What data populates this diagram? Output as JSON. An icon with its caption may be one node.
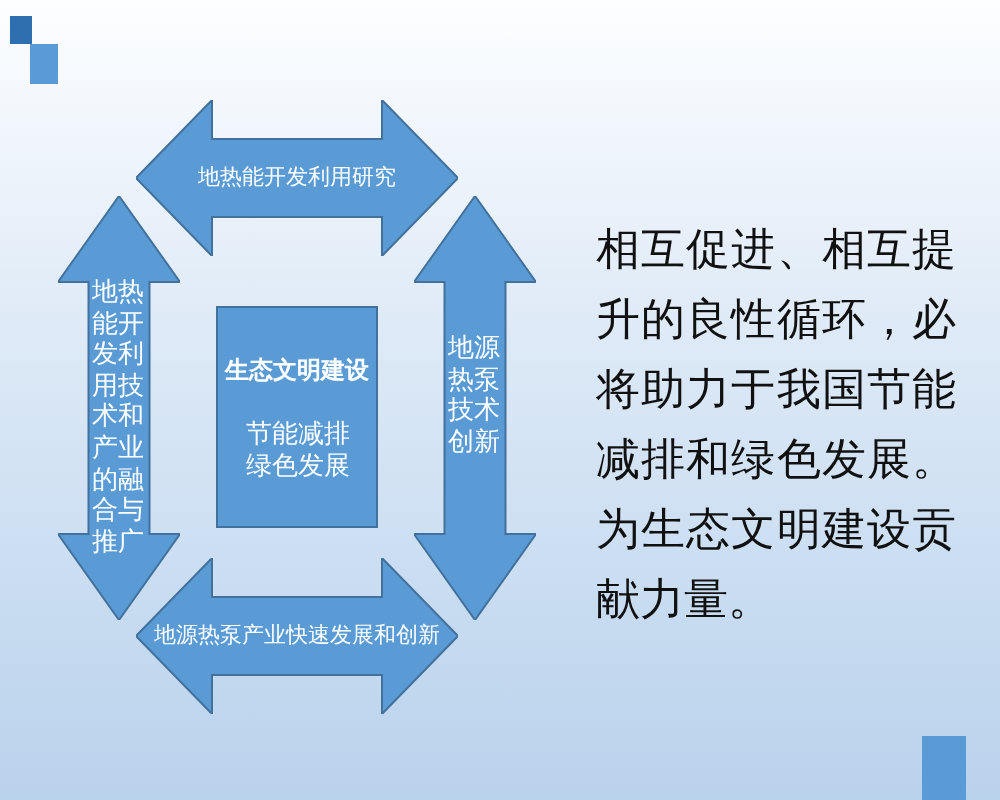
{
  "diagram": {
    "nodes": [
      {
        "text": [
          "地热能开发利用研究"
        ]
      },
      {
        "text": [
          "地热能开发利用技术和产业的融合与推广"
        ]
      },
      {
        "text": [
          "生态文明建设",
          "节能减排绿色发展"
        ]
      },
      {
        "text": [
          "地源热泵技术创新"
        ]
      },
      {
        "text": [
          "地源热泵产业快速发展和创新"
        ]
      }
    ],
    "edges": [
      {
        "from": 1,
        "to": 3,
        "arrow": "both"
      },
      {
        "from": 0,
        "to": 4,
        "arrow": "both"
      },
      {
        "from": 0,
        "to": 4,
        "arrow": "both"
      },
      {
        "from": 1,
        "to": 3,
        "arrow": "both"
      }
    ],
    "labels": [
      "相互促进、相互提升的良性循环，必将助力于我国节能减排和绿色发展。为生态文明建设贡献力量。"
    ]
  }
}
